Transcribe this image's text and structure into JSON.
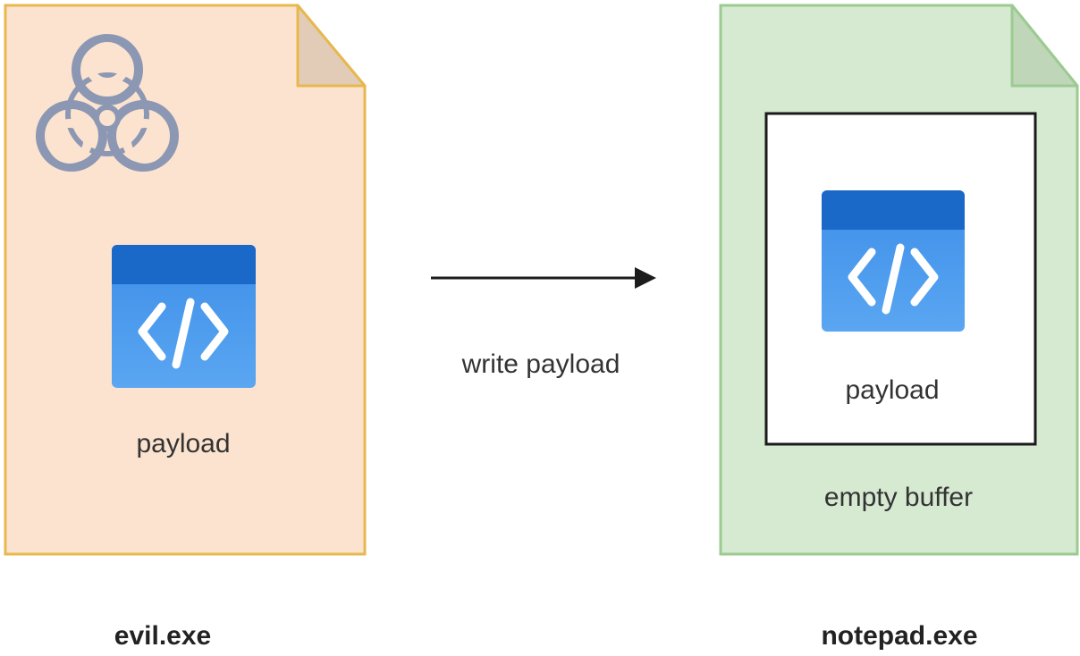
{
  "source_process": {
    "name": "evil.exe",
    "payload_label": "payload",
    "badge_icon": "biohazard-icon",
    "payload_icon": "code-window-icon",
    "fill_color": "#fbe3cf",
    "border_color": "#e6b84e"
  },
  "edge": {
    "label": "write payload",
    "color": "#000000"
  },
  "target_process": {
    "name": "notepad.exe",
    "buffer_label": "empty buffer",
    "payload_label": "payload",
    "payload_icon": "code-window-icon",
    "fill_color": "#d6e9d1",
    "border_color": "#9ccb92"
  },
  "icon_colors": {
    "code_blue": "#3d8ee8",
    "code_dark_blue": "#1a68c8",
    "biohazard": "#8c97b3"
  }
}
